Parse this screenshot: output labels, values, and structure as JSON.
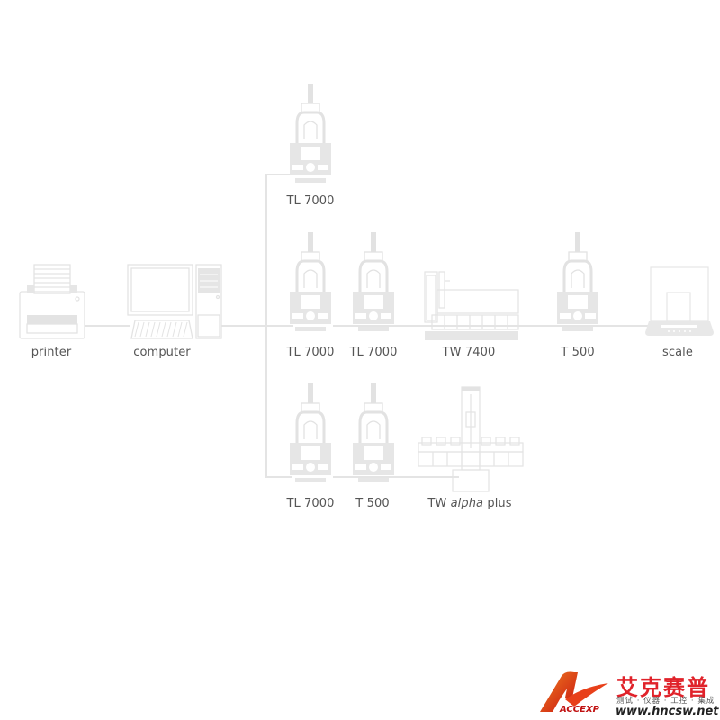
{
  "diagram": {
    "title": "",
    "line_color": "#e4e4e4",
    "device_color": "#e0e0e0",
    "label_color": "#555555",
    "nodes": [
      {
        "id": "printer",
        "label": "printer",
        "icon": "printer-icon"
      },
      {
        "id": "computer",
        "label": "computer",
        "icon": "computer-icon"
      },
      {
        "id": "tl7000_top",
        "label": "TL 7000",
        "icon": "titrator-icon"
      },
      {
        "id": "tl7000_mid1",
        "label": "TL 7000",
        "icon": "titrator-icon"
      },
      {
        "id": "tl7000_mid2",
        "label": "TL 7000",
        "icon": "titrator-icon"
      },
      {
        "id": "tw7400",
        "label": "TW 7400",
        "icon": "autosampler-icon"
      },
      {
        "id": "t500_mid",
        "label": "T 500",
        "icon": "titrator-icon"
      },
      {
        "id": "scale",
        "label": "scale",
        "icon": "scale-icon"
      },
      {
        "id": "tl7000_bot",
        "label": "TL 7000",
        "icon": "titrator-icon"
      },
      {
        "id": "t500_bot",
        "label": "T 500",
        "icon": "titrator-icon"
      },
      {
        "id": "twalpha",
        "label_prefix": "TW ",
        "label_italic": "alpha",
        "label_suffix": " plus",
        "icon": "sample-changer-icon"
      }
    ],
    "edges": [
      [
        "printer",
        "computer"
      ],
      [
        "computer",
        "tl7000_mid1"
      ],
      [
        "tl7000_mid1",
        "tl7000_mid2"
      ],
      [
        "tl7000_mid2",
        "tw7400"
      ],
      [
        "tw7400",
        "t500_mid"
      ],
      [
        "t500_mid",
        "scale"
      ],
      [
        "computer",
        "tl7000_top"
      ],
      [
        "computer",
        "tl7000_bot"
      ],
      [
        "tl7000_bot",
        "t500_bot"
      ],
      [
        "t500_bot",
        "twalpha"
      ]
    ]
  },
  "watermark": {
    "brand_cn": "艾克赛普",
    "tagline_cn": "测试 · 仪器 · 工控 · 集成",
    "url": "www.hncsw.net",
    "logo_text": "ACCEXP",
    "brand_color": "#e0222a"
  }
}
